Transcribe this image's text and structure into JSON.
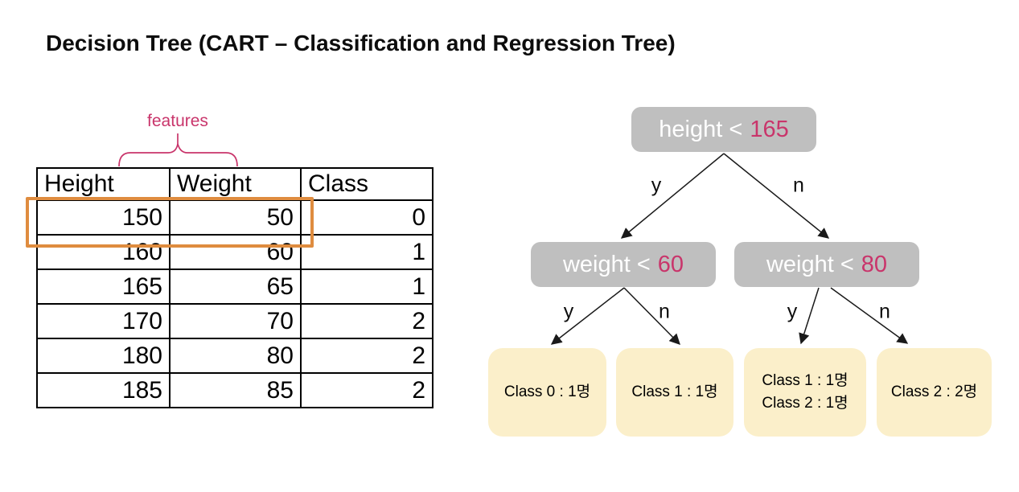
{
  "slide": {
    "title": "Decision Tree (CART – Classification and Regression Tree)"
  },
  "colors": {
    "accent_pink": "#C9356B",
    "node_gray": "#BFBFBF",
    "leaf_cream": "#FBEFCA",
    "highlight_orange": "#DF8C3F"
  },
  "table": {
    "annotation": "features",
    "headers": [
      "Height",
      "Weight",
      "Class"
    ],
    "rows": [
      [
        "150",
        "50",
        "0"
      ],
      [
        "160",
        "60",
        "1"
      ],
      [
        "165",
        "65",
        "1"
      ],
      [
        "170",
        "70",
        "2"
      ],
      [
        "180",
        "80",
        "2"
      ],
      [
        "185",
        "85",
        "2"
      ]
    ]
  },
  "tree": {
    "root": {
      "feature": "height <",
      "value": "165"
    },
    "left": {
      "feature": "weight <",
      "value": "60"
    },
    "right": {
      "feature": "weight <",
      "value": "80"
    },
    "edge_labels": [
      "y",
      "n",
      "y",
      "n",
      "y",
      "n"
    ],
    "leaves": [
      {
        "lines": [
          "Class 0 : 1명"
        ]
      },
      {
        "lines": [
          "Class 1 : 1명"
        ]
      },
      {
        "lines": [
          "Class 1 : 1명",
          "Class 2 : 1명"
        ]
      },
      {
        "lines": [
          "Class 2 : 2명"
        ]
      }
    ]
  }
}
